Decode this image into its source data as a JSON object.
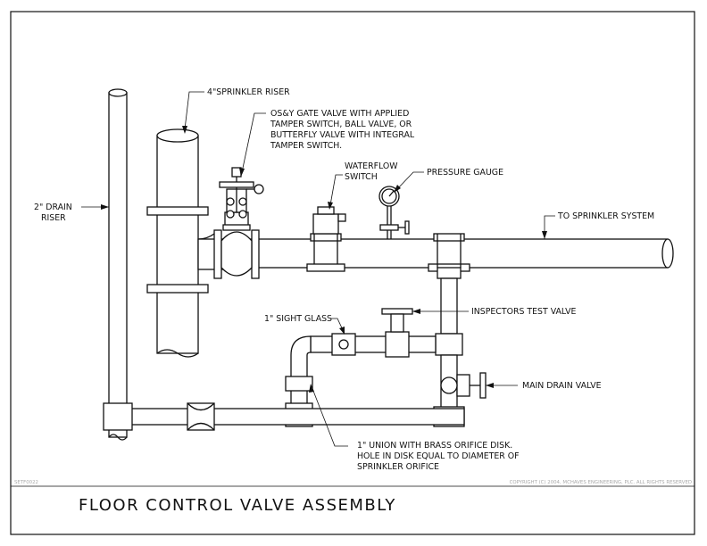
{
  "drawing": {
    "title": "FLOOR CONTROL VALVE ASSEMBLY",
    "drawing_number": "SETF0022",
    "copyright": "COPYRIGHT (C) 2004, MCHAVES ENGINEERING, PLC. ALL RIGHTS RESERVED"
  },
  "labels": {
    "sprinkler_riser": "4\"SPRINKLER RISER",
    "gate_valve": [
      "OS&Y GATE VALVE WITH APPLIED",
      "TAMPER SWITCH, BALL VALVE, OR",
      "BUTTERFLY VALVE WITH INTEGRAL",
      "TAMPER SWITCH."
    ],
    "waterflow_switch": [
      "WATERFLOW",
      "SWITCH"
    ],
    "pressure_gauge": "PRESSURE GAUGE",
    "to_sprinkler_system": "TO SPRINKLER SYSTEM",
    "drain_riser": [
      "2\" DRAIN",
      "RISER"
    ],
    "sight_glass": "1\" SIGHT GLASS",
    "inspectors_test_valve": "INSPECTORS TEST VALVE",
    "main_drain_valve": "MAIN DRAIN VALVE",
    "union_note": [
      "1\" UNION WITH BRASS ORIFICE DISK.",
      "HOLE IN DISK EQUAL TO DIAMETER OF",
      "SPRINKLER ORIFICE"
    ]
  }
}
